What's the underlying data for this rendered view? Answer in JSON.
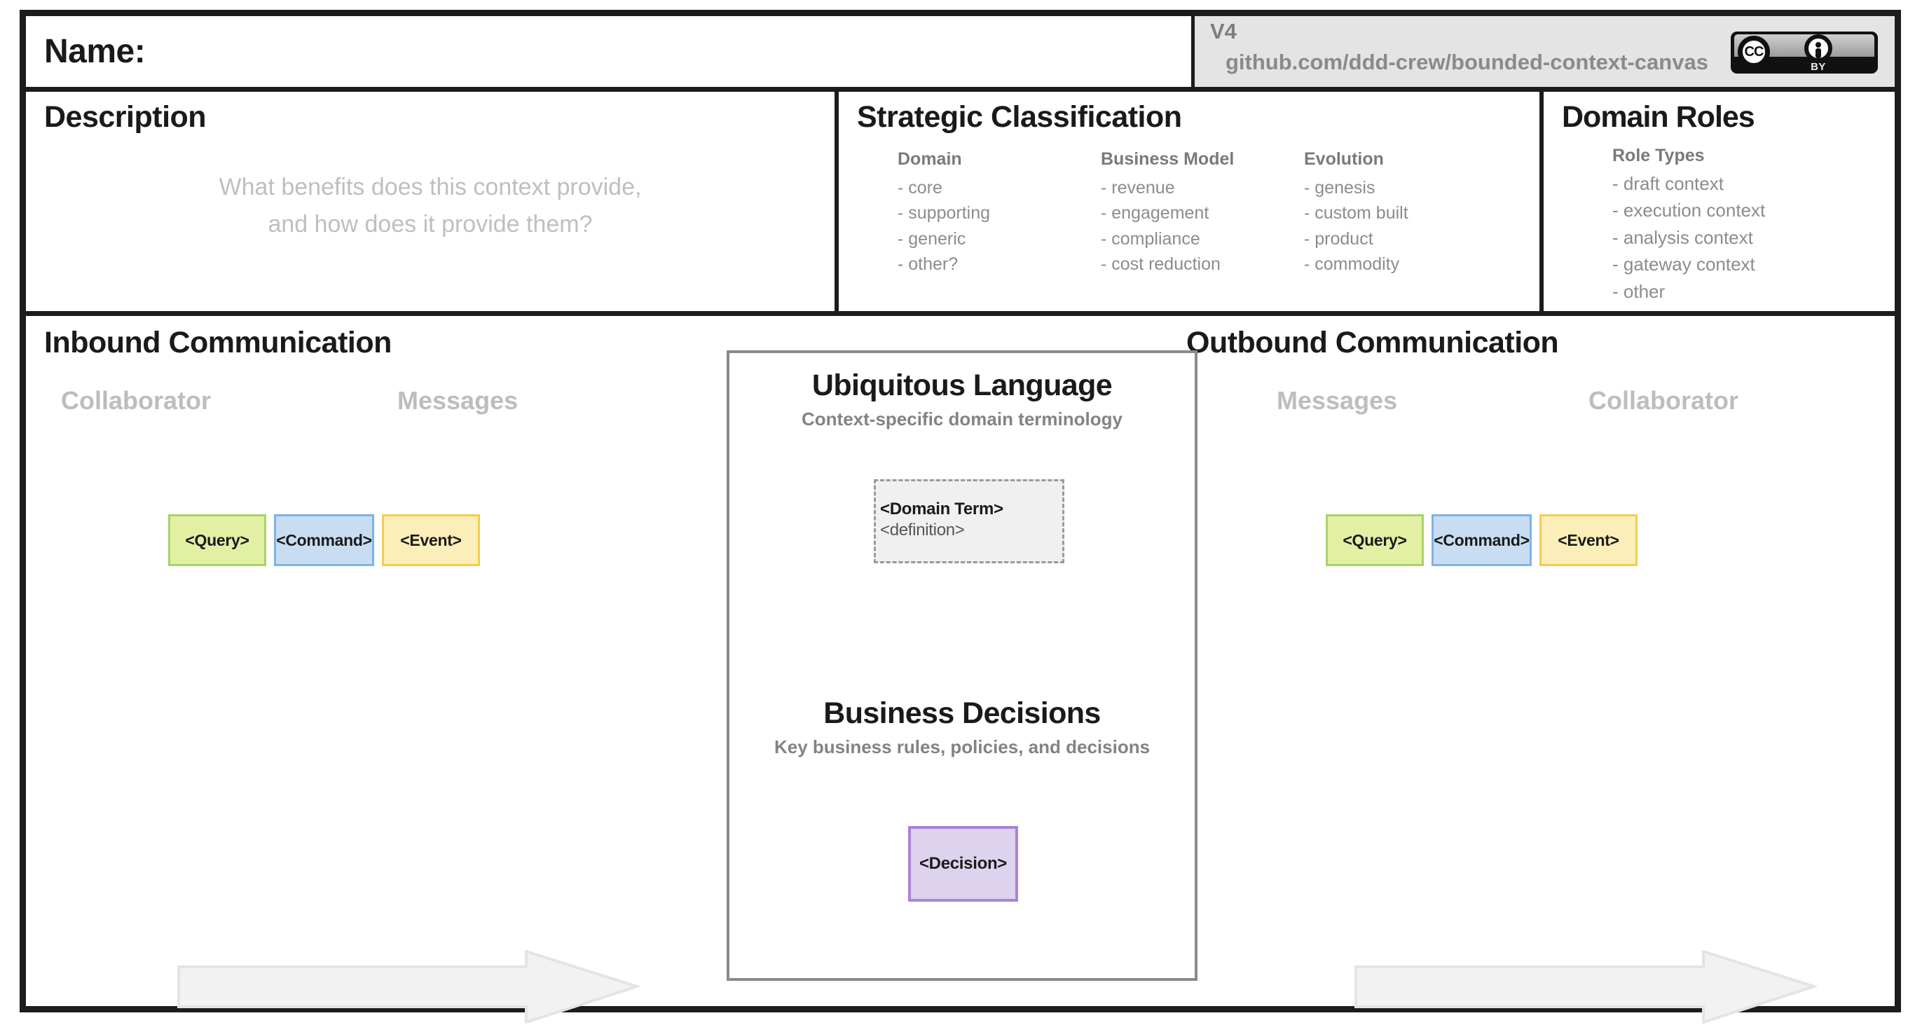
{
  "header": {
    "name_label": "Name:",
    "version": "V4",
    "repo_url": "github.com/ddd-crew/bounded-context-canvas",
    "license": {
      "cc_text": "CC",
      "by_text": "BY"
    }
  },
  "description": {
    "title": "Description",
    "placeholder_line1": "What benefits does this context provide,",
    "placeholder_line2": "and how does it provide them?"
  },
  "strategic_classification": {
    "title": "Strategic Classification",
    "columns": [
      {
        "heading": "Domain",
        "items": [
          "- core",
          "- supporting",
          "- generic",
          "- other?"
        ]
      },
      {
        "heading": "Business Model",
        "items": [
          "- revenue",
          "- engagement",
          "- compliance",
          "- cost reduction"
        ]
      },
      {
        "heading": "Evolution",
        "items": [
          "- genesis",
          "- custom built",
          "- product",
          "- commodity"
        ]
      }
    ]
  },
  "domain_roles": {
    "title": "Domain Roles",
    "heading": "Role Types",
    "items": [
      "- draft context",
      "- execution context",
      "- analysis context",
      "- gateway context",
      "- other"
    ]
  },
  "inbound": {
    "title": "Inbound Communication",
    "label_left": "Collaborator",
    "label_right": "Messages",
    "chips": [
      "<Query>",
      "<Command>",
      "<Event>"
    ]
  },
  "outbound": {
    "title": "Outbound Communication",
    "label_left": "Messages",
    "label_right": "Collaborator",
    "chips": [
      "<Query>",
      "<Command>",
      "<Event>"
    ]
  },
  "center": {
    "ubiquitous_language": {
      "title": "Ubiquitous Language",
      "subtitle": "Context-specific domain terminology",
      "term": "<Domain Term>",
      "definition": "<definition>"
    },
    "business_decisions": {
      "title": "Business Decisions",
      "subtitle": "Key business rules, policies, and decisions",
      "decision": "<Decision>"
    }
  },
  "colors": {
    "frame": "#1c1c1c",
    "query_fill": "#e2f0a4",
    "query_border": "#a6d468",
    "command_fill": "#c9ddf2",
    "command_border": "#7cb3e8",
    "event_fill": "#fbeeb8",
    "event_border": "#f3cd50",
    "decision_fill": "#ded3ee",
    "decision_border": "#ab82d6",
    "arrow_fill": "#f2f2f2",
    "muted_text": "#8c8c8c"
  }
}
